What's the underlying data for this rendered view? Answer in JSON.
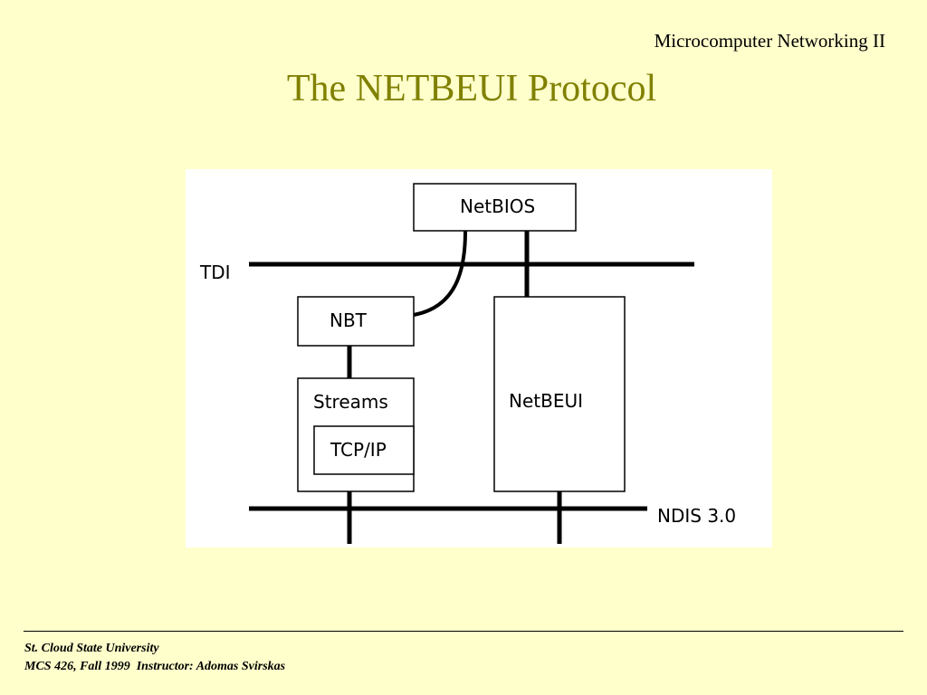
{
  "slide": {
    "course_header": "Microcomputer Networking II",
    "title": "The NETBEUI Protocol"
  },
  "diagram": {
    "labels": {
      "tdi": "TDI",
      "ndis": "NDIS 3.0"
    },
    "nodes": {
      "netbios": "NetBIOS",
      "nbt": "NBT",
      "streams": "Streams",
      "tcpip": "TCP/IP",
      "netbeui": "NetBEUI"
    }
  },
  "footer": {
    "university": "St. Cloud State University",
    "course_info": "MCS 426, Fall 1999  Instructor: Adomas Svirskas"
  },
  "colors": {
    "background": "#FFFFCC",
    "title": "#808000",
    "diagram_background": "#FFFFFF",
    "ink": "#000000"
  }
}
